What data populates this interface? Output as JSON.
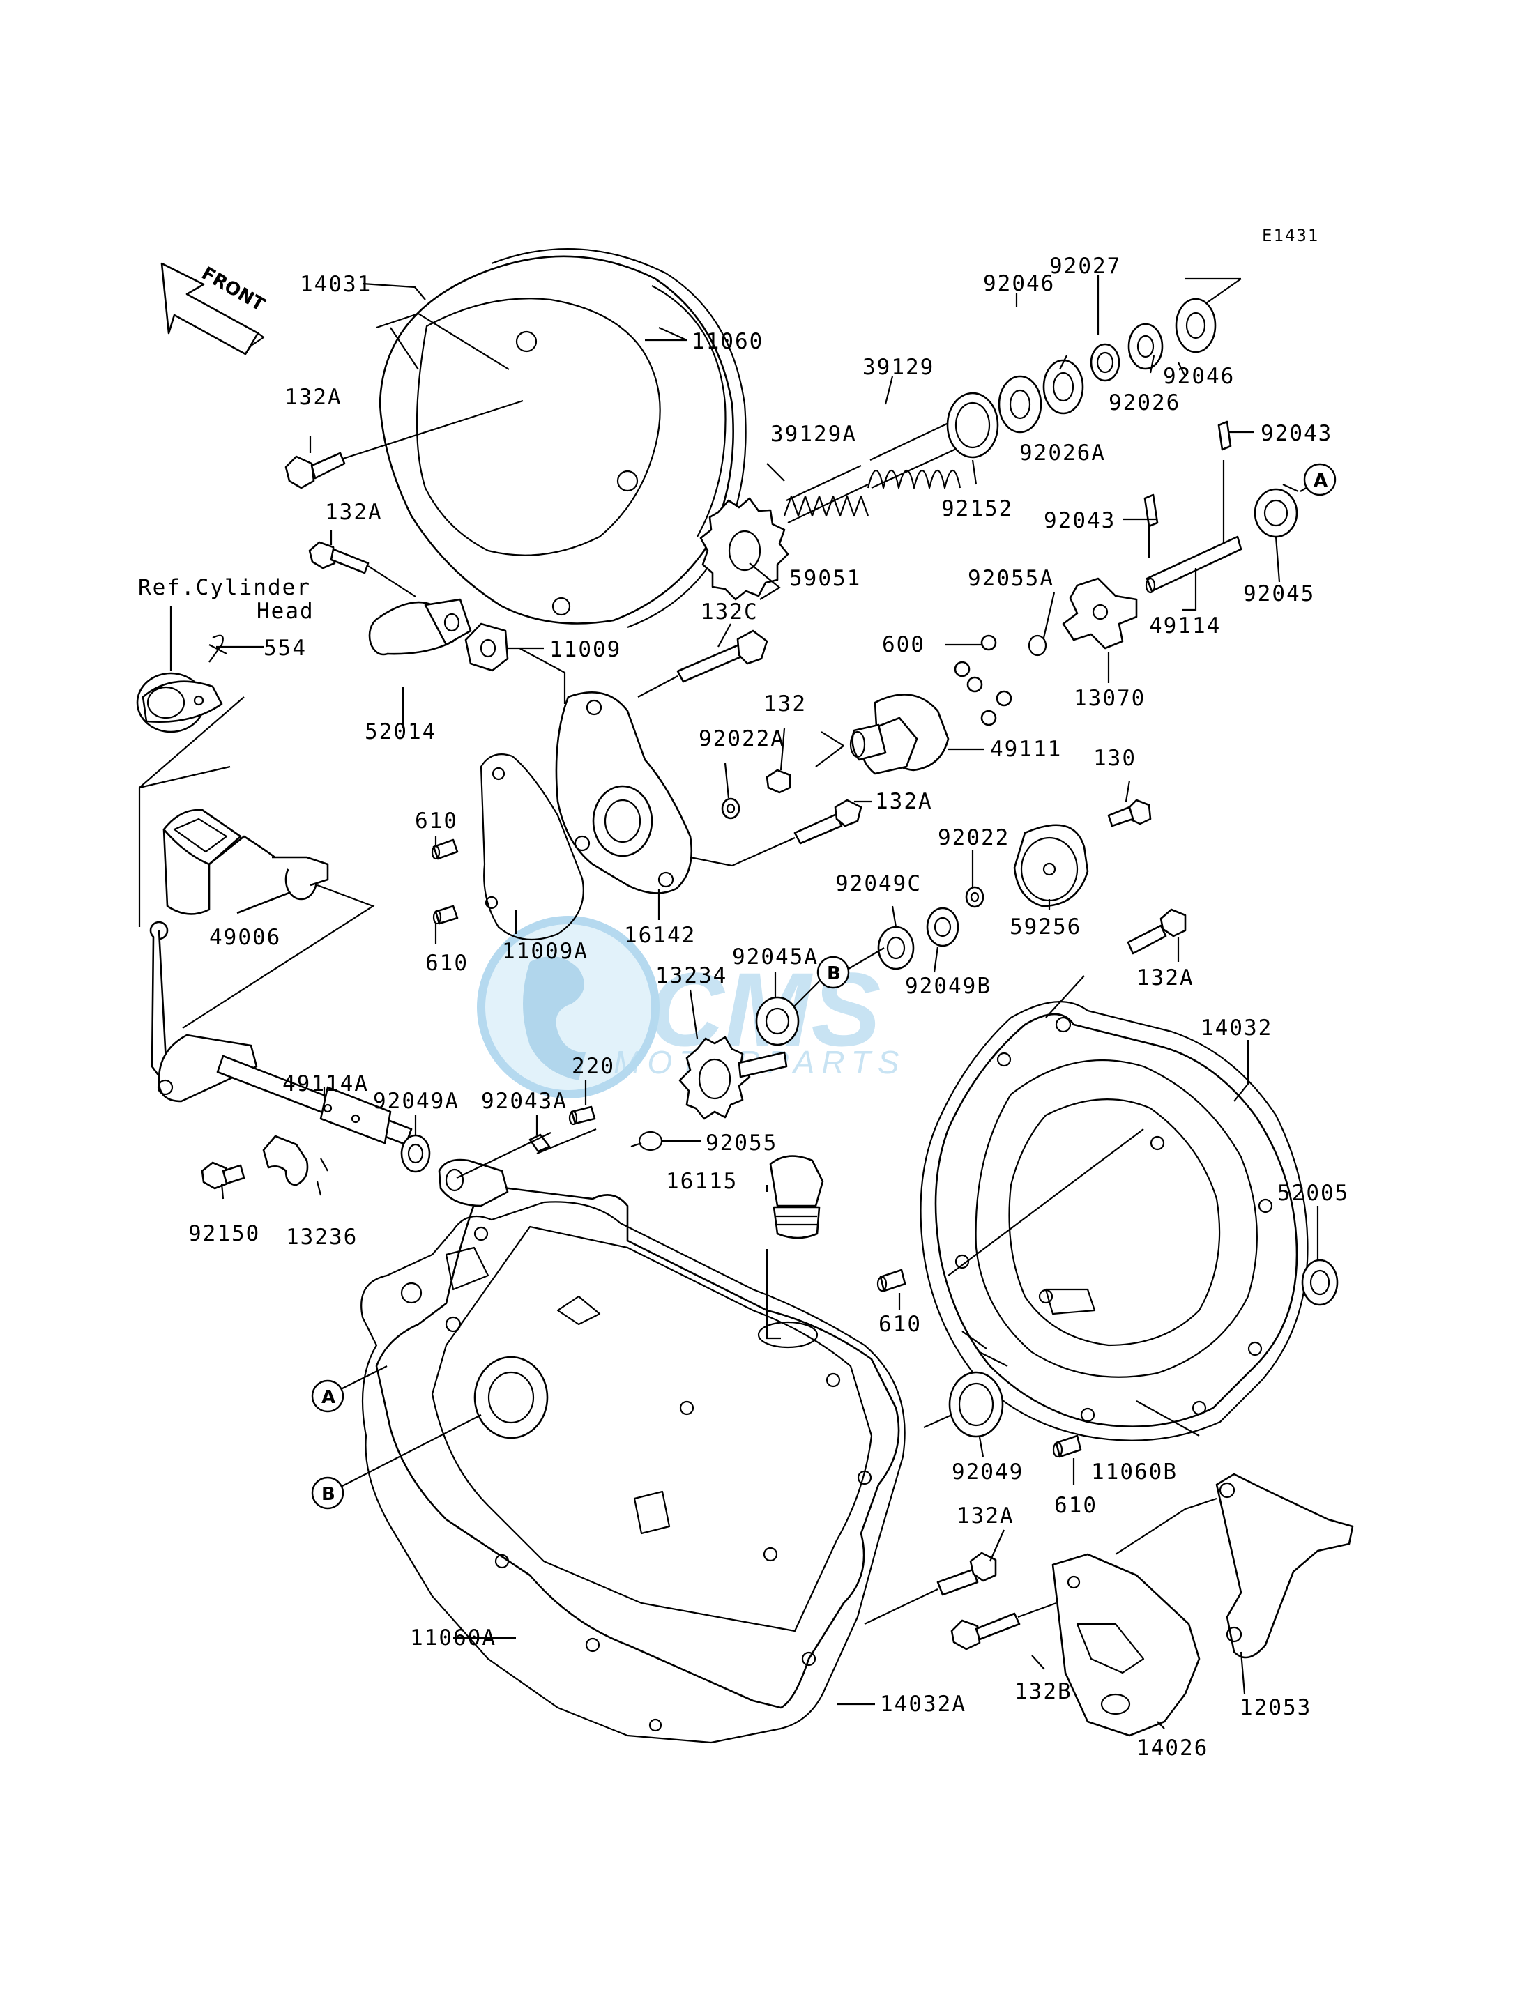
{
  "diagram_code": "E1431",
  "front_label": "FRONT",
  "ref_note": [
    "Ref.Cylinder",
    "Head"
  ],
  "callouts": [
    "A",
    "B"
  ],
  "watermark": {
    "logo": "CMS",
    "tagline": "MOTORPARTS"
  },
  "parts": [
    {
      "id": "14031",
      "label": "14031"
    },
    {
      "id": "11060",
      "label": "11060"
    },
    {
      "id": "132A_1",
      "label": "132A"
    },
    {
      "id": "132A_2",
      "label": "132A"
    },
    {
      "id": "554",
      "label": "554"
    },
    {
      "id": "11009",
      "label": "11009"
    },
    {
      "id": "52014",
      "label": "52014"
    },
    {
      "id": "39129",
      "label": "39129"
    },
    {
      "id": "39129A",
      "label": "39129A"
    },
    {
      "id": "92046_1",
      "label": "92046"
    },
    {
      "id": "92027",
      "label": "92027"
    },
    {
      "id": "92046_2",
      "label": "92046"
    },
    {
      "id": "92026",
      "label": "92026"
    },
    {
      "id": "92026A",
      "label": "92026A"
    },
    {
      "id": "92152",
      "label": "92152"
    },
    {
      "id": "92043_1",
      "label": "92043"
    },
    {
      "id": "92043_2",
      "label": "92043"
    },
    {
      "id": "92045",
      "label": "92045"
    },
    {
      "id": "59051",
      "label": "59051"
    },
    {
      "id": "92055A",
      "label": "92055A"
    },
    {
      "id": "49114",
      "label": "49114"
    },
    {
      "id": "13070",
      "label": "13070"
    },
    {
      "id": "132C",
      "label": "132C"
    },
    {
      "id": "600",
      "label": "600"
    },
    {
      "id": "49111",
      "label": "49111"
    },
    {
      "id": "92022A",
      "label": "92022A"
    },
    {
      "id": "132",
      "label": "132"
    },
    {
      "id": "132A_3",
      "label": "132A"
    },
    {
      "id": "130",
      "label": "130"
    },
    {
      "id": "610_1",
      "label": "610"
    },
    {
      "id": "610_2",
      "label": "610"
    },
    {
      "id": "16142",
      "label": "16142"
    },
    {
      "id": "92022",
      "label": "92022"
    },
    {
      "id": "92049C",
      "label": "92049C"
    },
    {
      "id": "59256",
      "label": "59256"
    },
    {
      "id": "49006",
      "label": "49006"
    },
    {
      "id": "11009A",
      "label": "11009A"
    },
    {
      "id": "92045A",
      "label": "92045A"
    },
    {
      "id": "92049B",
      "label": "92049B"
    },
    {
      "id": "132A_4",
      "label": "132A"
    },
    {
      "id": "13234",
      "label": "13234"
    },
    {
      "id": "14032",
      "label": "14032"
    },
    {
      "id": "49114A",
      "label": "49114A"
    },
    {
      "id": "220",
      "label": "220"
    },
    {
      "id": "92049A",
      "label": "92049A"
    },
    {
      "id": "92043A",
      "label": "92043A"
    },
    {
      "id": "92055",
      "label": "92055"
    },
    {
      "id": "16115",
      "label": "16115"
    },
    {
      "id": "52005",
      "label": "52005"
    },
    {
      "id": "92150",
      "label": "92150"
    },
    {
      "id": "13236",
      "label": "13236"
    },
    {
      "id": "610_3",
      "label": "610"
    },
    {
      "id": "92049",
      "label": "92049"
    },
    {
      "id": "11060B",
      "label": "11060B"
    },
    {
      "id": "610_4",
      "label": "610"
    },
    {
      "id": "132A_5",
      "label": "132A"
    },
    {
      "id": "11060A",
      "label": "11060A"
    },
    {
      "id": "132B",
      "label": "132B"
    },
    {
      "id": "14032A",
      "label": "14032A"
    },
    {
      "id": "14026",
      "label": "14026"
    },
    {
      "id": "12053",
      "label": "12053"
    }
  ]
}
